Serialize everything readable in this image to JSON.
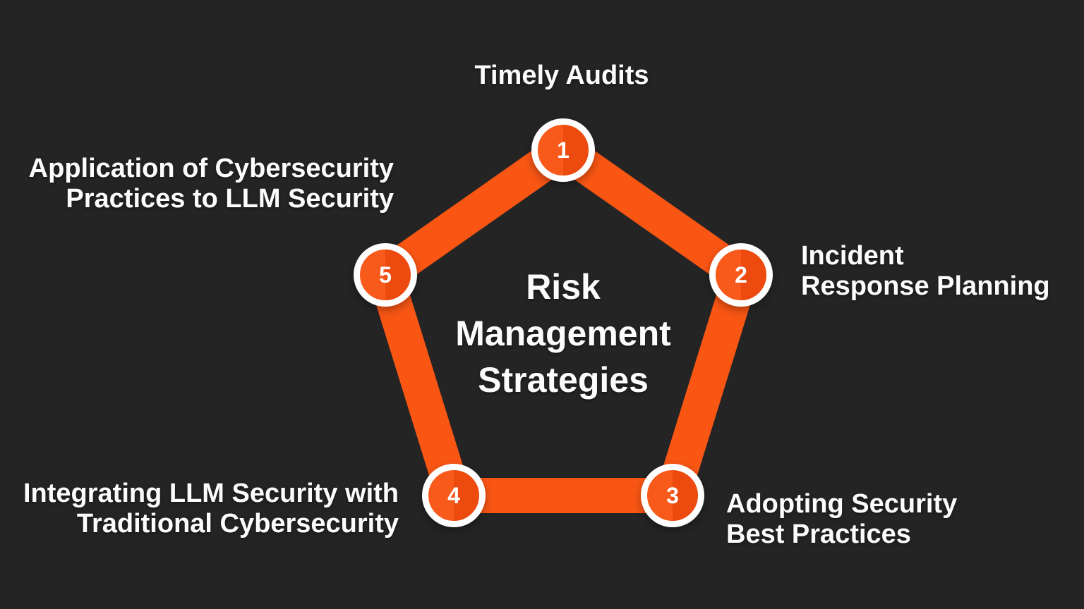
{
  "colors": {
    "background": "#242424",
    "pentagon_stroke": "#f95614",
    "badge_fill_left": "#f85a1b",
    "badge_fill_right": "#ec4a0e",
    "badge_ring": "#ffffff",
    "text": "#fcfcfc"
  },
  "title": {
    "line1": "Risk",
    "line2": "Management",
    "line3": "Strategies"
  },
  "nodes": [
    {
      "number": "1",
      "lines": [
        "Timely Audits",
        ""
      ]
    },
    {
      "number": "2",
      "lines": [
        "Incident",
        "Response Planning"
      ]
    },
    {
      "number": "3",
      "lines": [
        "Adopting Security",
        "Best Practices"
      ]
    },
    {
      "number": "4",
      "lines": [
        "Integrating LLM Security with",
        "Traditional Cybersecurity"
      ]
    },
    {
      "number": "5",
      "lines": [
        "Application of Cybersecurity",
        "Practices to LLM Security"
      ]
    }
  ]
}
